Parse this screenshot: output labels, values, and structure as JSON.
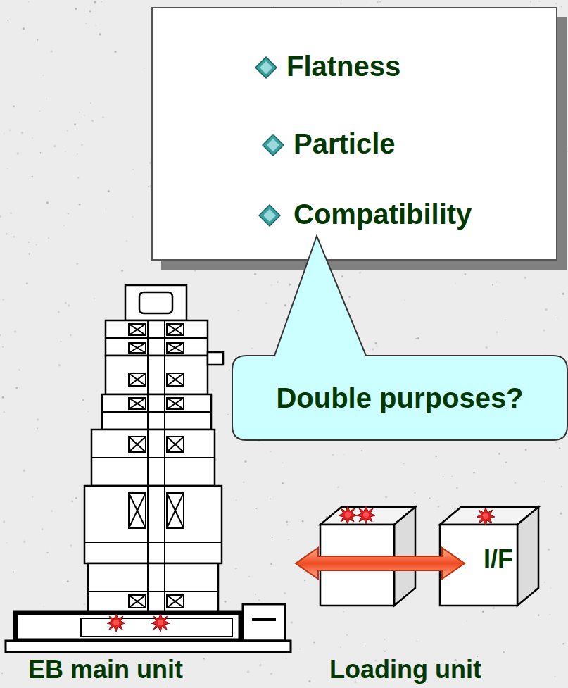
{
  "diagram": {
    "nodes": [
      {
        "text": [
          "Flatness",
          "Particle",
          "Compatibility"
        ]
      },
      {
        "text": [
          "Double purposes?"
        ]
      },
      {
        "text": [
          "I/F"
        ]
      }
    ],
    "labels": [
      "EB main unit",
      "Loading unit"
    ]
  }
}
